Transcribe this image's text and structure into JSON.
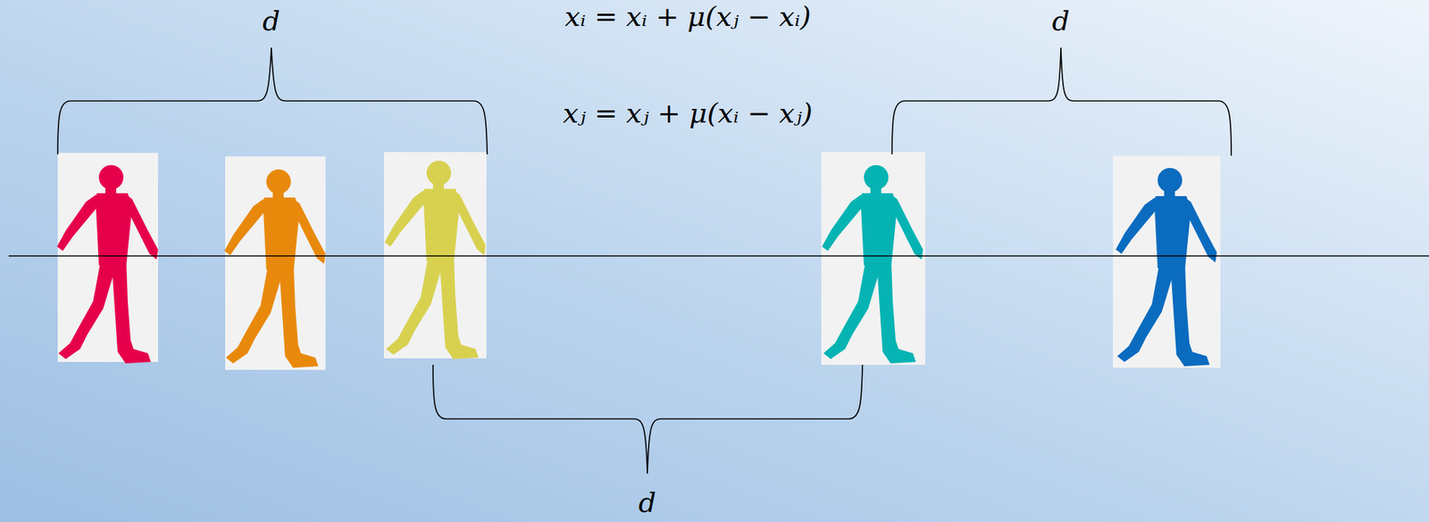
{
  "diagram": {
    "labels": [
      "d",
      "xᵢ = xᵢ + μ(xⱼ − xᵢ)",
      "d",
      "xⱼ = xⱼ + μ(xᵢ − xⱼ)",
      "d"
    ]
  }
}
